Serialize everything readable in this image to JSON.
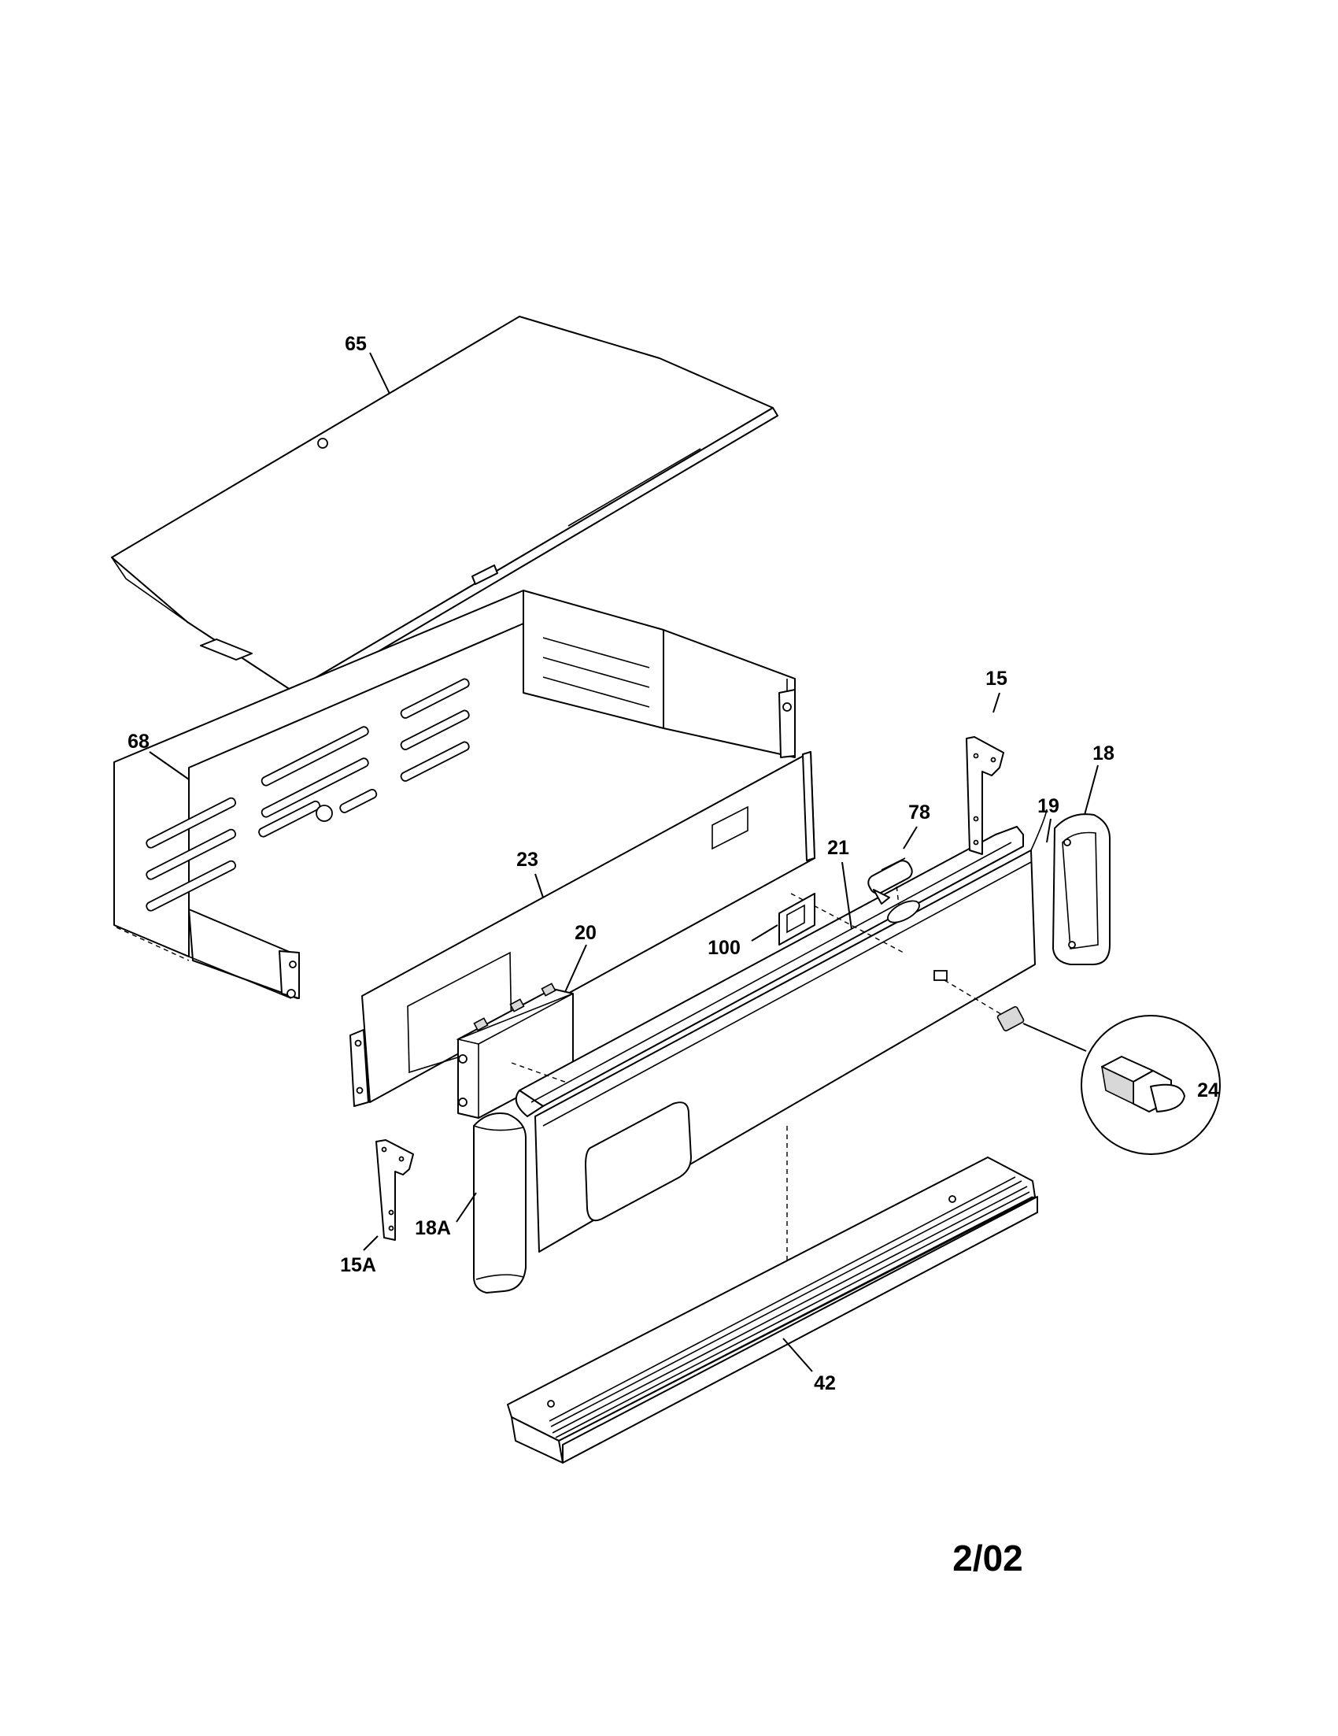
{
  "diagram": {
    "callouts": {
      "c65": "65",
      "c68": "68",
      "c23": "23",
      "c20": "20",
      "c100": "100",
      "c21": "21",
      "c78": "78",
      "c15": "15",
      "c19": "19",
      "c18": "18",
      "c24": "24",
      "c18a": "18A",
      "c15a": "15A",
      "c42": "42"
    },
    "page_code": "2/02"
  }
}
